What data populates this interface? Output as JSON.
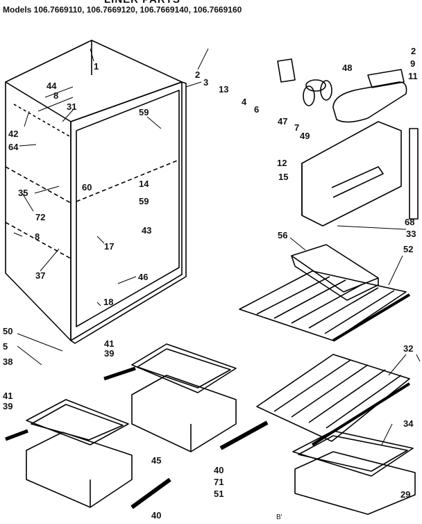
{
  "header": {
    "title": "LINER PARTS",
    "models": "Models 106.7669110, 106.7669120, 106.7669140, 106.7669160"
  },
  "labels": {
    "n1": "1",
    "n2a": "2",
    "n3": "3",
    "n13": "13",
    "n4": "4",
    "n6": "6",
    "n48": "48",
    "n2b": "2",
    "n9": "9",
    "n11": "11",
    "n44": "44",
    "n8a": "8",
    "n31": "31",
    "n42": "42",
    "n64": "64",
    "n59a": "59",
    "n47": "47",
    "n7": "7",
    "n49": "49",
    "n12": "12",
    "n15": "15",
    "n60": "60",
    "n14": "14",
    "n59b": "59",
    "n35": "35",
    "n72": "72",
    "n68": "68",
    "n33": "33",
    "n43": "43",
    "n8b": "8",
    "n17": "17",
    "n56": "56",
    "n52": "52",
    "n37": "37",
    "n46": "46",
    "n18": "18",
    "n50": "50",
    "n5": "5",
    "n41a": "41",
    "n39a": "39",
    "n38": "38",
    "n32": "32",
    "n41b": "41",
    "n39b": "39",
    "n34": "34",
    "n45": "45",
    "n40a": "40",
    "n71": "71",
    "n51": "51",
    "n29": "29",
    "n40b": "40",
    "mark": "B'"
  }
}
